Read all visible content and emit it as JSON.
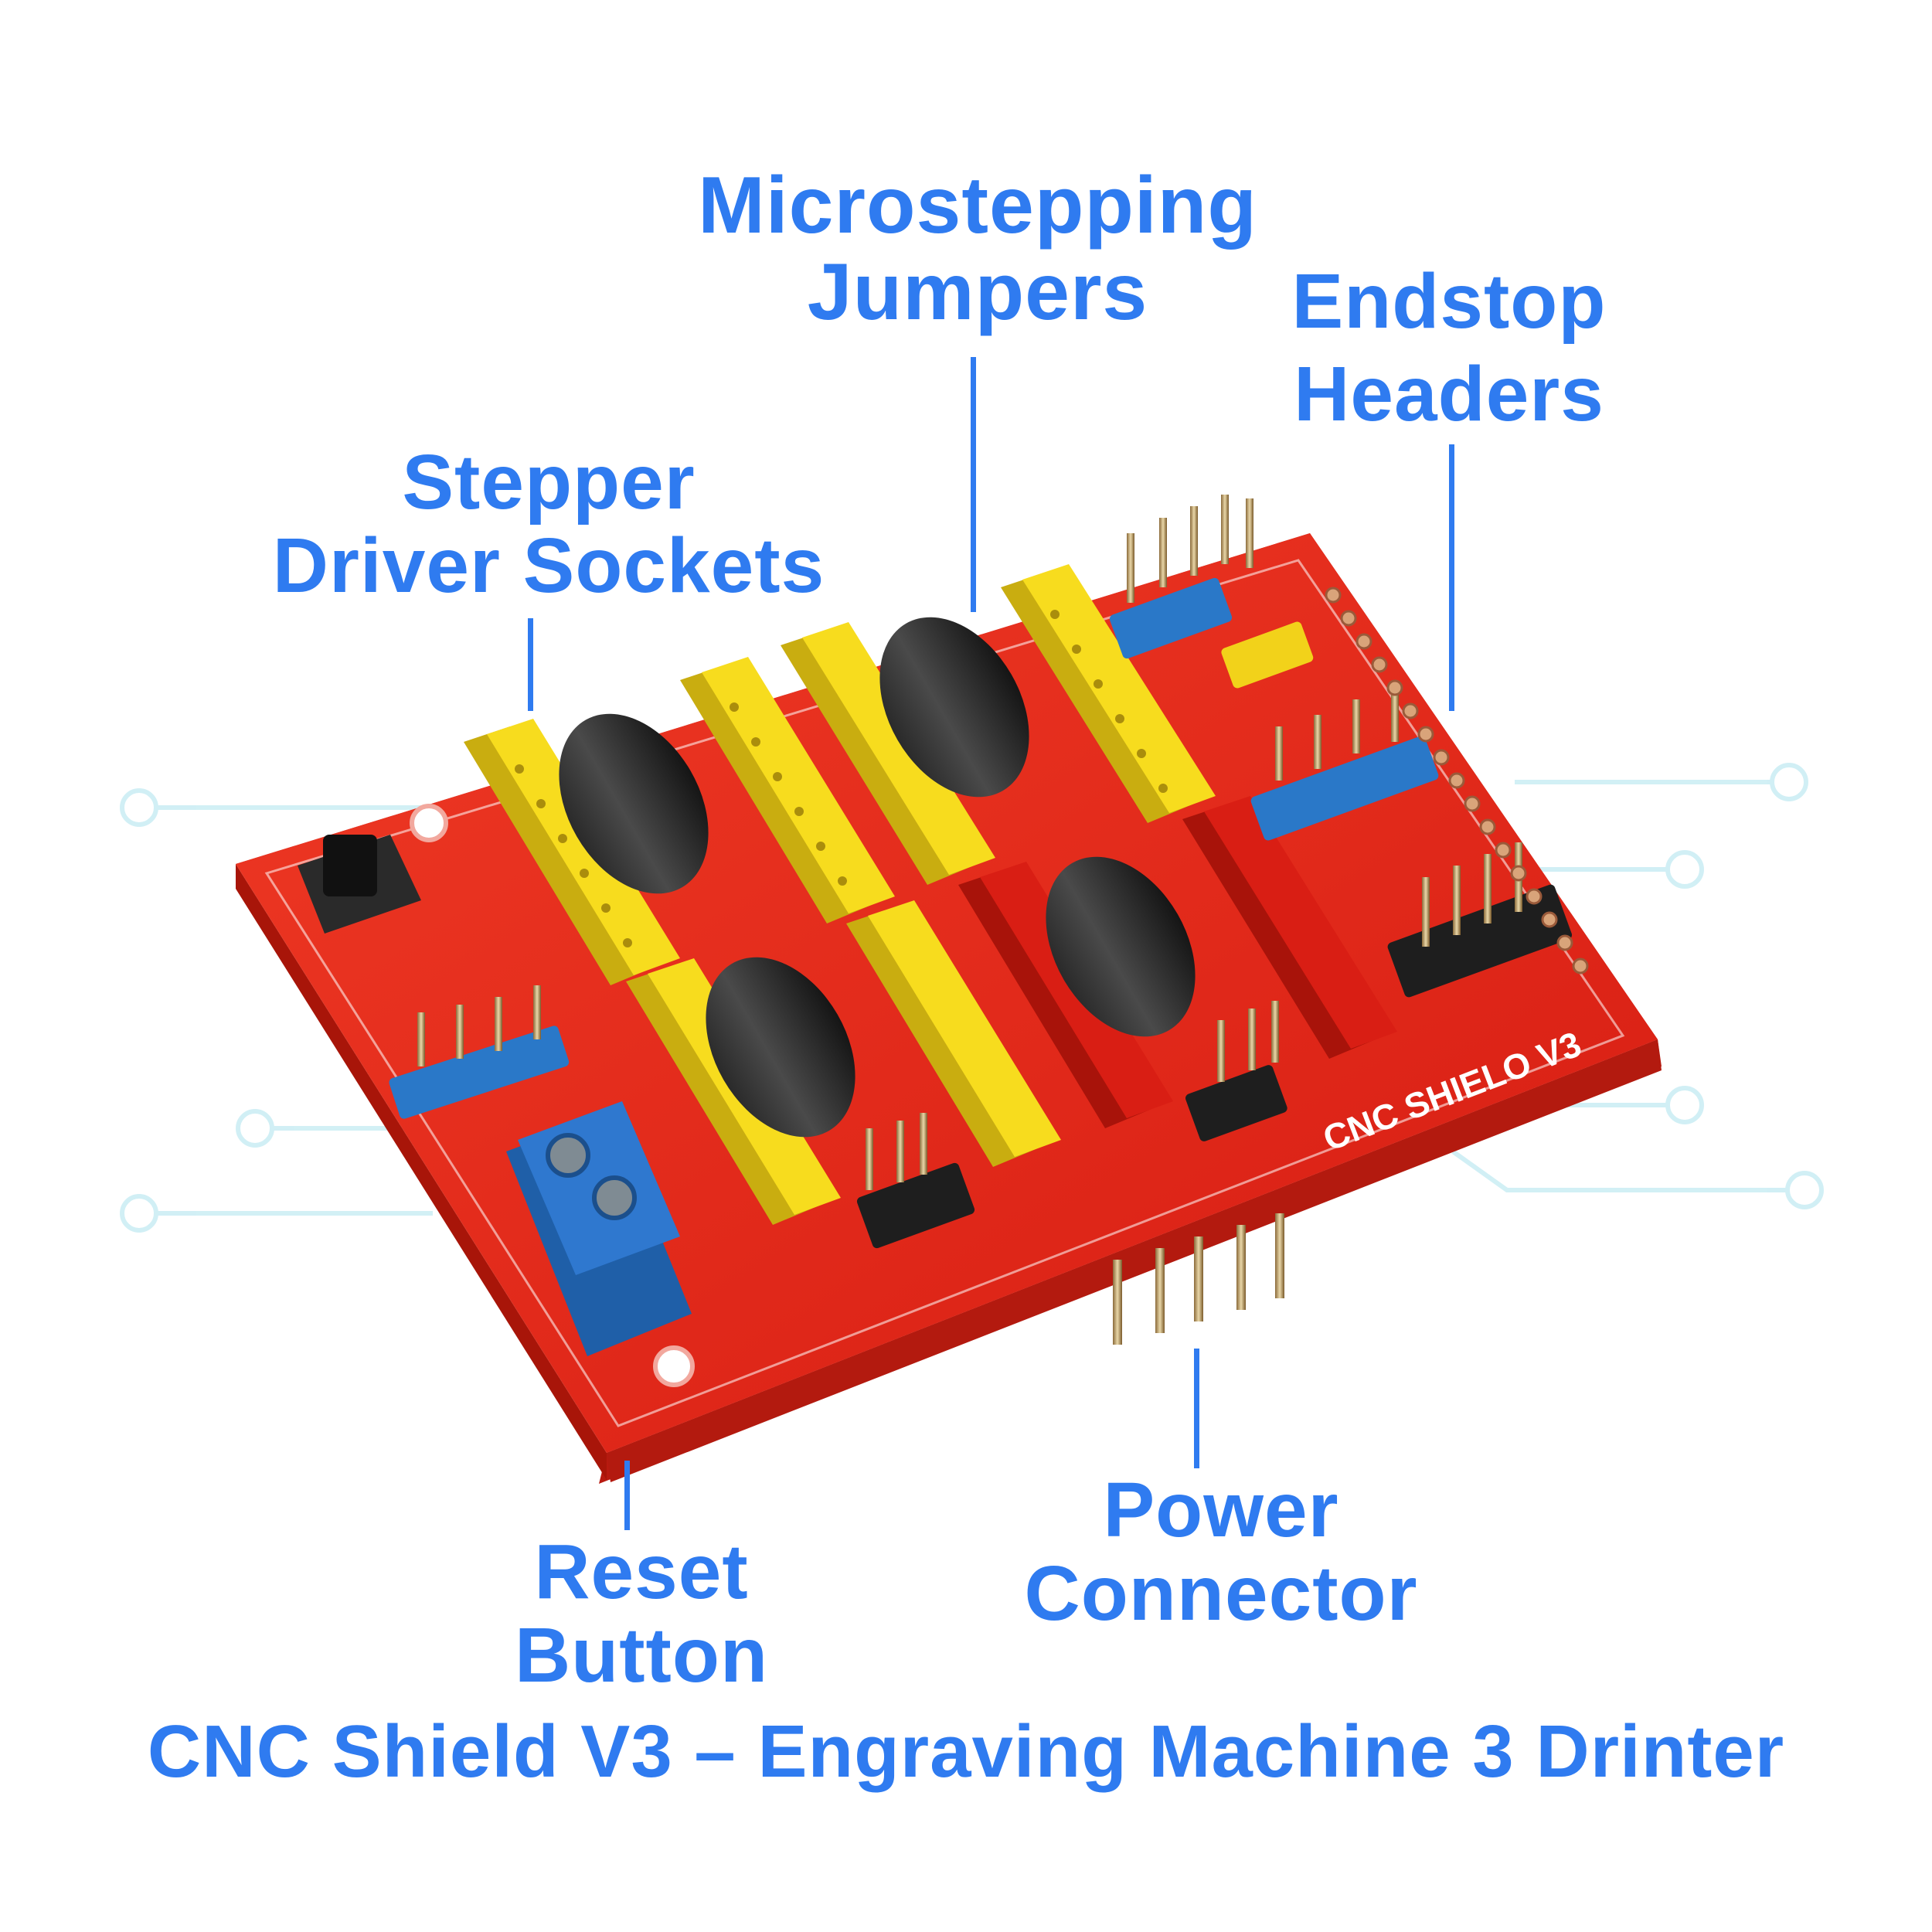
{
  "labels": {
    "stepper_driver_sockets": [
      "Stepper",
      "Driver Sockets"
    ],
    "microstepping_jumpers": [
      "Microstepping",
      "Jumpers"
    ],
    "endstop_headers": [
      "Endstop",
      "Headers"
    ],
    "reset_button": [
      "Reset",
      "Button"
    ],
    "power_connector": [
      "Power",
      "Connector"
    ]
  },
  "caption": "CNC Shield V3 – Engraving Machine 3 Drinter",
  "board": {
    "silkscreen_title": "CNC SHIELO V3",
    "colors": {
      "pcb": "#e8261b",
      "socket_yellow": "#f7dc1e",
      "socket_red": "#d91e14",
      "jumper_blue": "#2a78c8",
      "jumper_yellow": "#f2d21a",
      "terminal_blue": "#2f78cf",
      "label_blue": "#2f7bf0"
    }
  }
}
